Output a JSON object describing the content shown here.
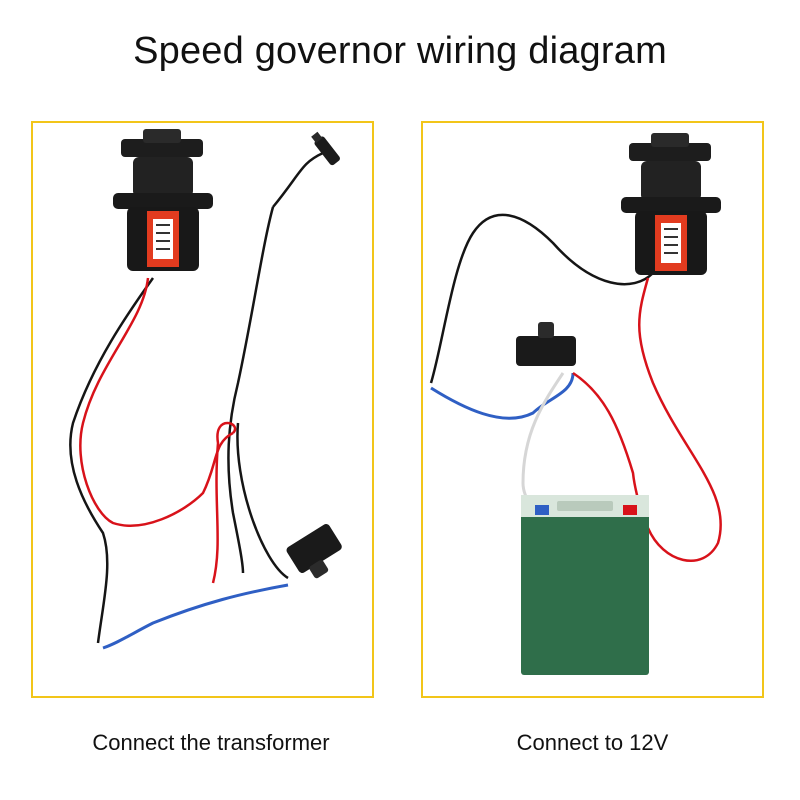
{
  "title": "Speed governor wiring diagram",
  "panels": [
    {
      "caption": "Connect the transformer"
    },
    {
      "caption": "Connect to 12V"
    }
  ],
  "colors": {
    "frame": "#f2c519",
    "wire_red": "#d8121a",
    "wire_black": "#151515",
    "wire_blue": "#2f5fc4",
    "wire_white": "#e9e9e9",
    "pump_label": "#e23b1f",
    "battery": "#2f6e4a"
  }
}
